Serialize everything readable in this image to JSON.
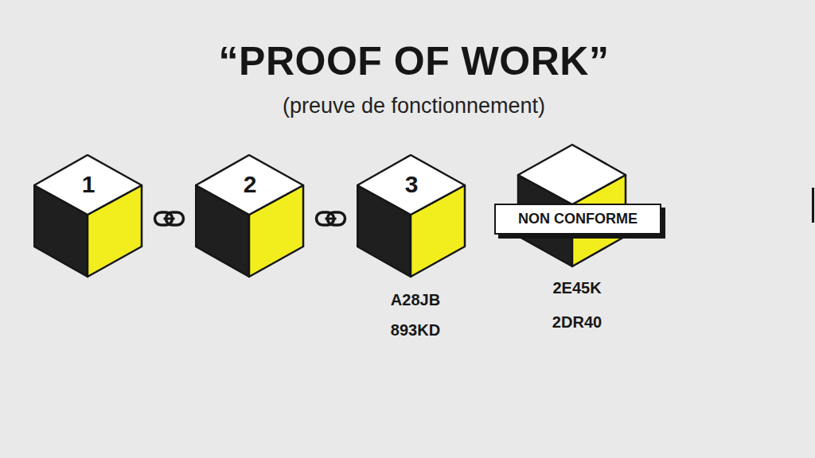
{
  "diagram": {
    "title": "“PROOF OF WORK”",
    "nodes": [
      {
        "text": [
          "1"
        ]
      },
      {
        "text": [
          "2"
        ]
      },
      {
        "text": [
          "3"
        ]
      },
      {
        "text": [
          "NON CONFORME"
        ]
      }
    ],
    "edges": [
      {
        "from": 0,
        "to": 1,
        "arrow": "none"
      },
      {
        "from": 1,
        "to": 2,
        "arrow": "none"
      }
    ],
    "labels": [
      "(preuve de fonctionnement)",
      "A28JB",
      "893KD",
      "2E45K",
      "2DR40"
    ]
  }
}
